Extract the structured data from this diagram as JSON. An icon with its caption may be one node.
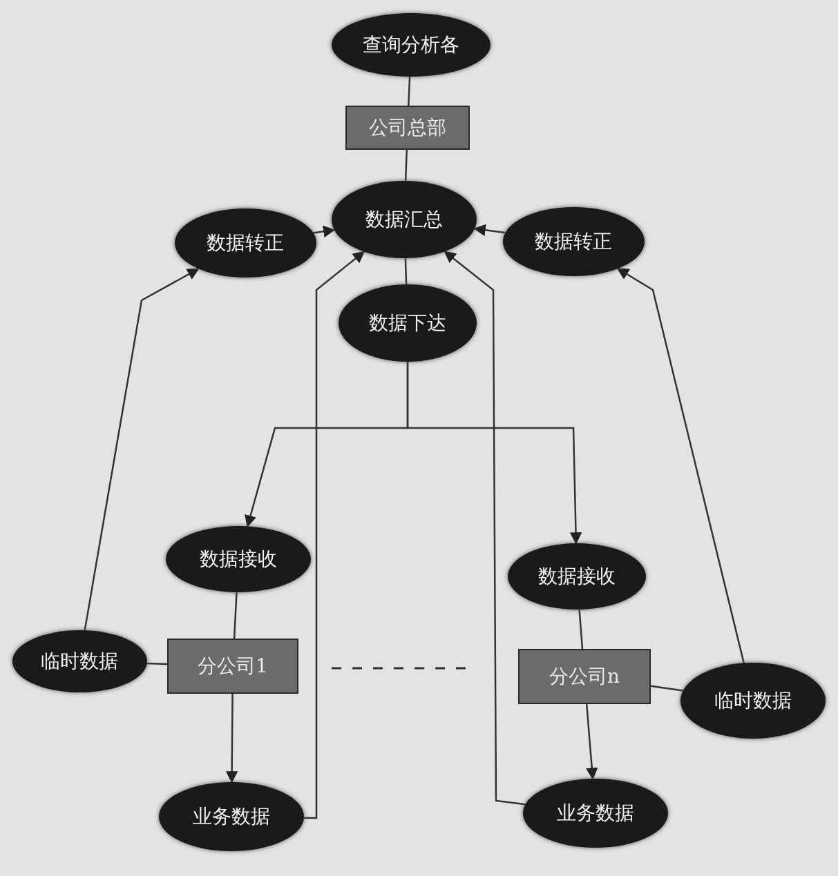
{
  "diagram": {
    "nodes": [
      {
        "text": [
          "查询分析各"
        ]
      },
      {
        "text": [
          "公司总部"
        ]
      },
      {
        "text": [
          "数据汇总"
        ]
      },
      {
        "text": [
          "数据转正"
        ]
      },
      {
        "text": [
          "数据转正"
        ]
      },
      {
        "text": [
          "数据下达"
        ]
      },
      {
        "text": [
          "数据接收"
        ]
      },
      {
        "text": [
          "数据接收"
        ]
      },
      {
        "text": [
          "临时数据"
        ]
      },
      {
        "text": [
          "分公司1"
        ]
      },
      {
        "text": [
          "分公司n"
        ]
      },
      {
        "text": [
          "临时数据"
        ]
      },
      {
        "text": [
          "业务数据"
        ]
      },
      {
        "text": [
          "业务数据"
        ]
      }
    ],
    "edges": [
      {
        "from": 0,
        "to": 1,
        "arrow": "none"
      },
      {
        "from": 1,
        "to": 2,
        "arrow": "none"
      },
      {
        "from": 2,
        "to": 5,
        "arrow": "none"
      },
      {
        "from": 3,
        "to": 2,
        "arrow": "to"
      },
      {
        "from": 4,
        "to": 2,
        "arrow": "to"
      },
      {
        "from": 5,
        "to": 6,
        "arrow": "to"
      },
      {
        "from": 5,
        "to": 7,
        "arrow": "to"
      },
      {
        "from": 6,
        "to": 9,
        "arrow": "none"
      },
      {
        "from": 8,
        "to": 9,
        "arrow": "none"
      },
      {
        "from": 9,
        "to": 12,
        "arrow": "to"
      },
      {
        "from": 7,
        "to": 10,
        "arrow": "none"
      },
      {
        "from": 11,
        "to": 10,
        "arrow": "none"
      },
      {
        "from": 10,
        "to": 13,
        "arrow": "to"
      },
      {
        "from": 8,
        "to": 3,
        "arrow": "to"
      },
      {
        "from": 11,
        "to": 4,
        "arrow": "to"
      },
      {
        "from": 12,
        "to": 2,
        "arrow": "to"
      },
      {
        "from": 13,
        "to": 2,
        "arrow": "to"
      }
    ]
  }
}
